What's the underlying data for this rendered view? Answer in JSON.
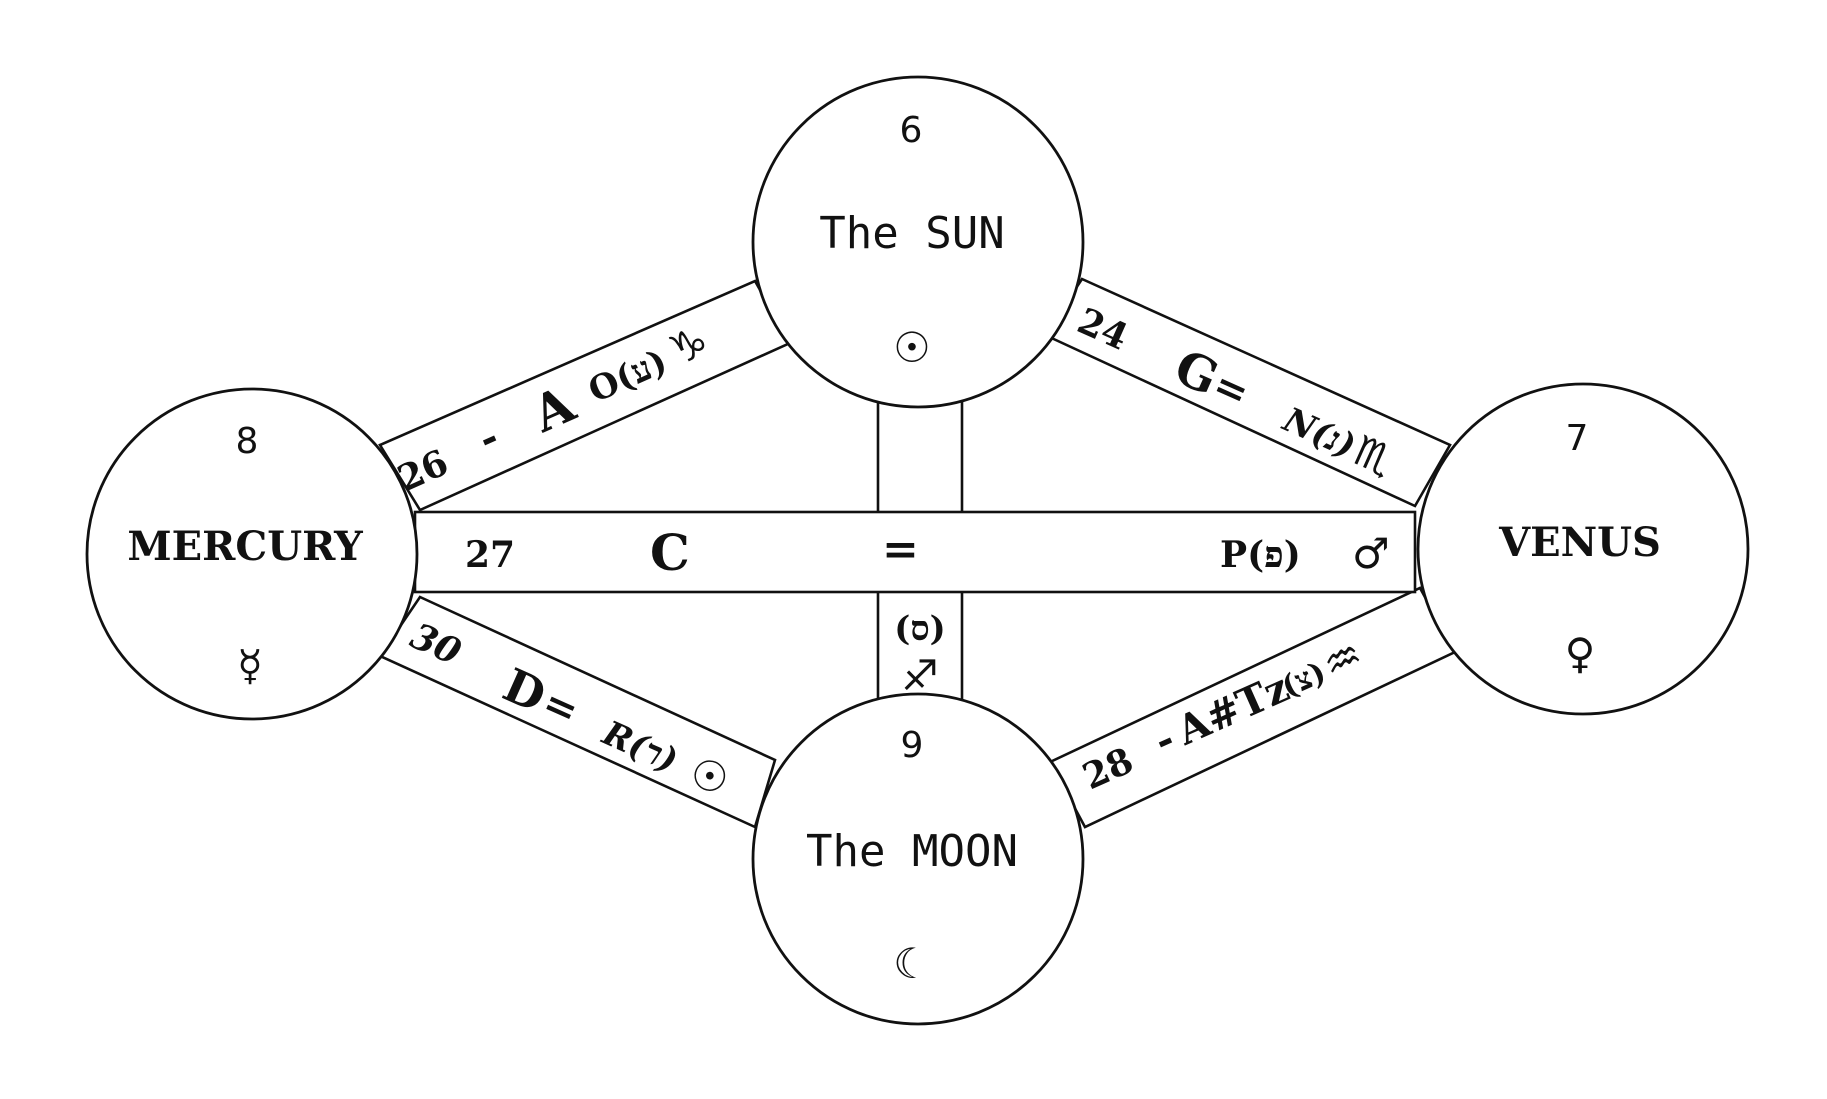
{
  "nodes": {
    "sun": {
      "number": "6",
      "name": "The SUN",
      "symbol": "☉"
    },
    "venus": {
      "number": "7",
      "name": "VENUS",
      "symbol": "♀"
    },
    "mercury": {
      "number": "8",
      "name": "MERCURY",
      "symbol": "☿"
    },
    "moon": {
      "number": "9",
      "name": "The MOON",
      "symbol": "☾"
    }
  },
  "paths": {
    "mercury_sun": {
      "number": "26",
      "dash": "-",
      "letter": "A",
      "hebrew": "O(ע)",
      "sign": "♑"
    },
    "sun_venus": {
      "number": "24",
      "letter": "G",
      "dash": "=",
      "hebrew": "N(נ)",
      "sign": "♏"
    },
    "mercury_venus": {
      "number": "27",
      "letter": "C",
      "dash": "=",
      "hebrew": "P(פ)",
      "sign": "♂"
    },
    "mercury_moon": {
      "number": "30",
      "letter": "D",
      "dash": "=",
      "hebrew": "R(ר)",
      "sign": "☉"
    },
    "moon_venus": {
      "number": "28",
      "dash": "-",
      "letter": "A#Tz",
      "hebrew": "(צ)",
      "sign": "♒"
    },
    "sun_moon": {
      "hebrew": "(ס)",
      "sign": "♐"
    }
  }
}
